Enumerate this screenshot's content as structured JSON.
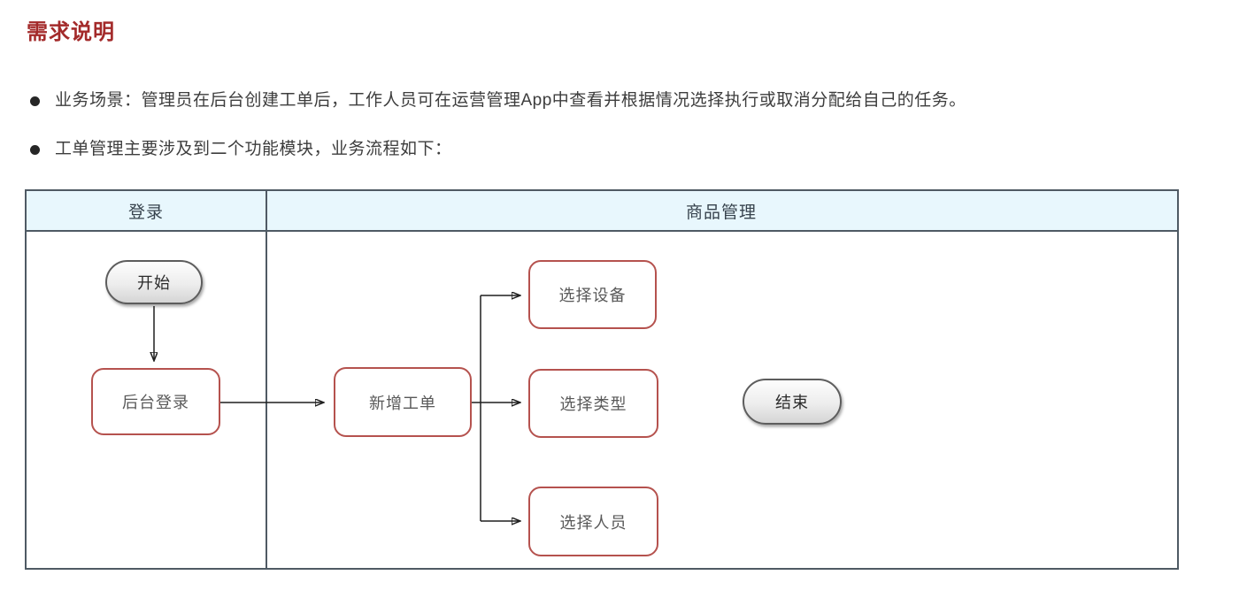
{
  "page": {
    "title": "需求说明"
  },
  "bullets": [
    {
      "text": "业务场景：管理员在后台创建工单后，工作人员可在运营管理App中查看并根据情况选择执行或取消分配给自己的任务。"
    },
    {
      "text": "工单管理主要涉及到二个功能模块，业务流程如下："
    }
  ],
  "flowchart": {
    "lanes": [
      {
        "label": "登录"
      },
      {
        "label": "商品管理"
      }
    ],
    "nodes": {
      "start": {
        "label": "开始",
        "type": "terminator"
      },
      "backend_login": {
        "label": "后台登录",
        "type": "process"
      },
      "new_workorder": {
        "label": "新增工单",
        "type": "process"
      },
      "select_device": {
        "label": "选择设备",
        "type": "process"
      },
      "select_type": {
        "label": "选择类型",
        "type": "process"
      },
      "select_person": {
        "label": "选择人员",
        "type": "process"
      },
      "end": {
        "label": "结束",
        "type": "terminator"
      }
    },
    "edges": [
      {
        "from": "start",
        "to": "backend_login"
      },
      {
        "from": "backend_login",
        "to": "new_workorder"
      },
      {
        "from": "new_workorder",
        "to": "select_device"
      },
      {
        "from": "new_workorder",
        "to": "select_type"
      },
      {
        "from": "new_workorder",
        "to": "select_person"
      }
    ],
    "colors": {
      "title_red": "#A32A2A",
      "lane_header_bg": "#E8F7FD",
      "table_border": "#4F5A64",
      "process_border": "#B5524E",
      "node_text": "#595959",
      "connector": "#1F1F1F"
    }
  }
}
